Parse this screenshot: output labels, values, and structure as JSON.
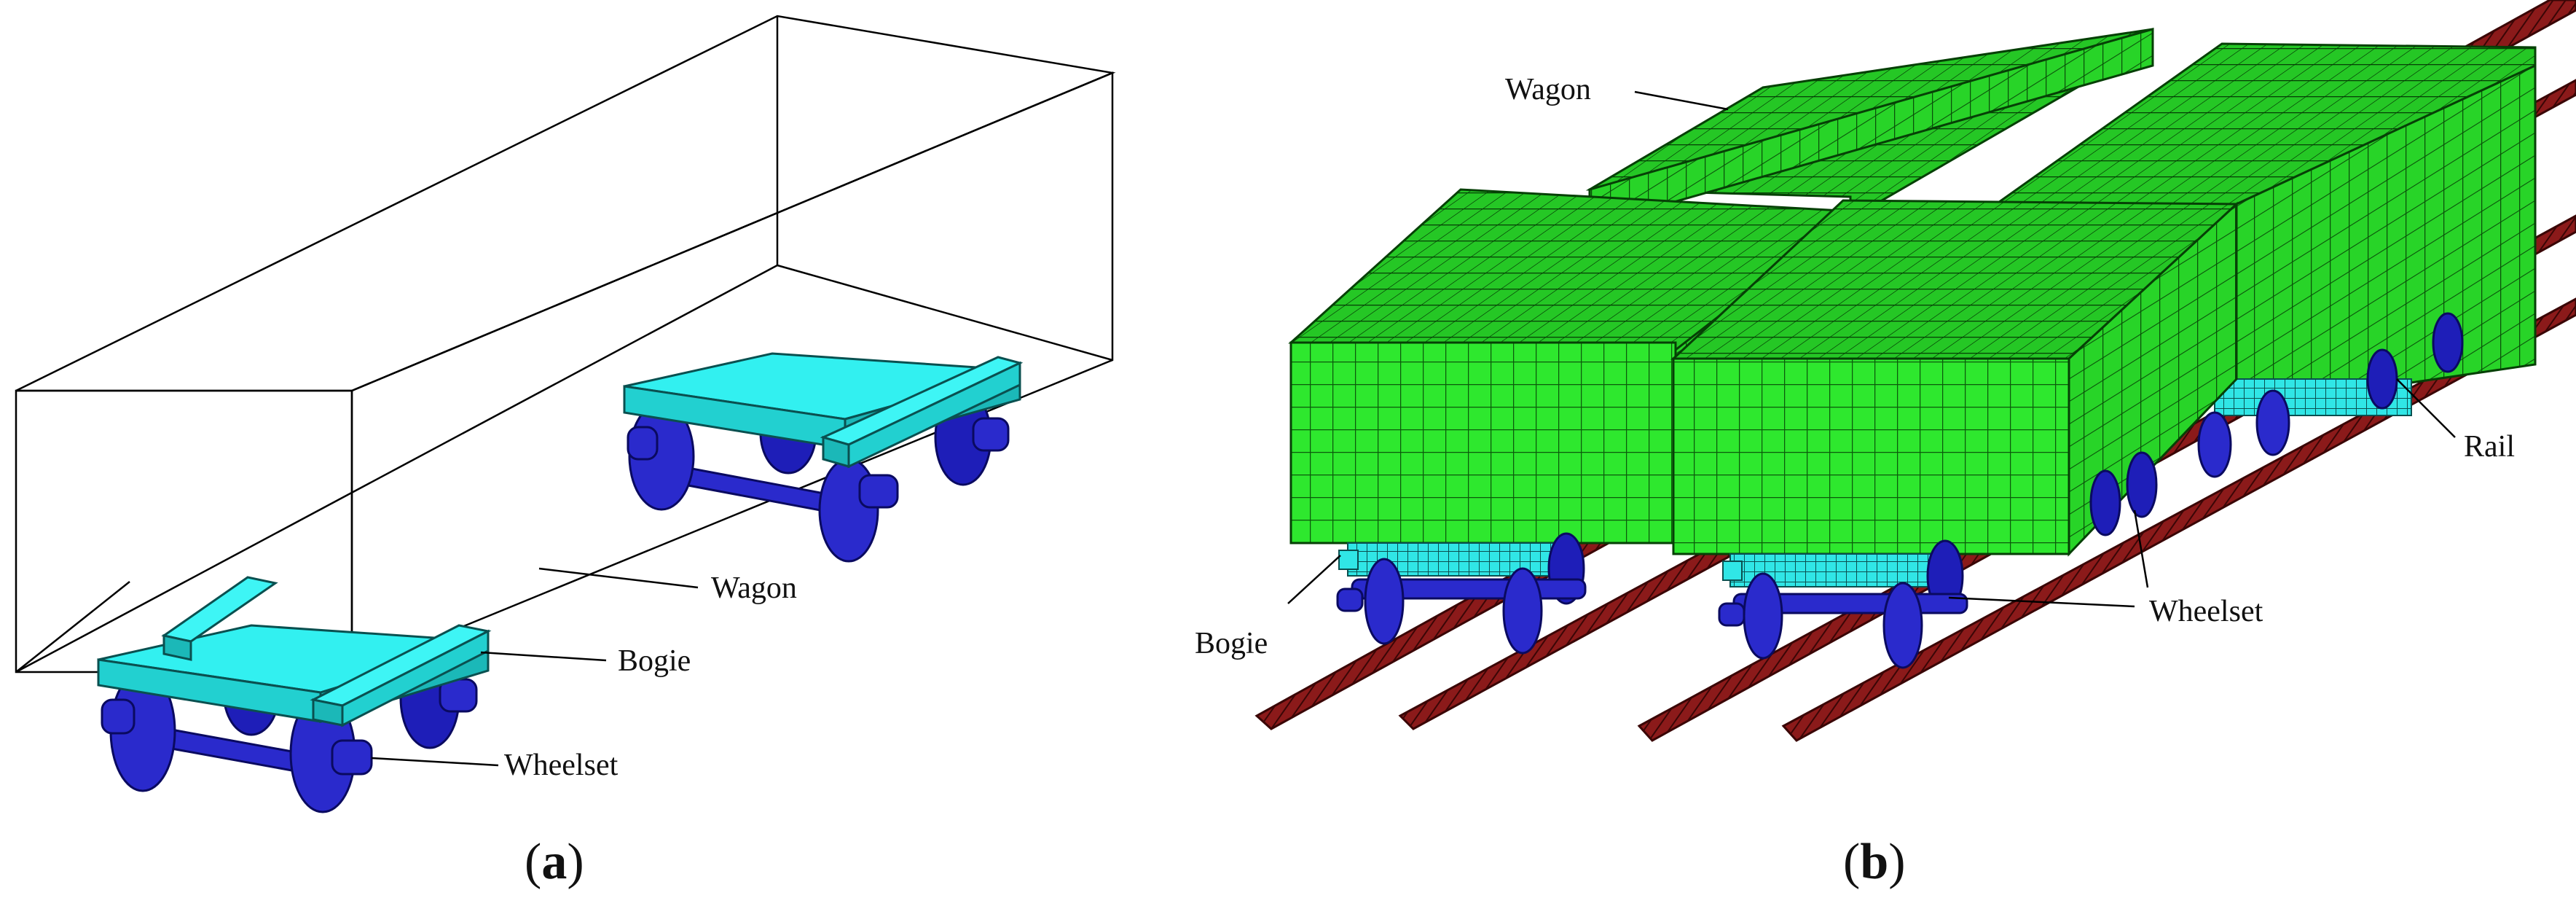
{
  "panel_a": {
    "labels": {
      "wagon": "Wagon",
      "bogie": "Bogie",
      "wheelset": "Wheelset"
    },
    "caption": {
      "open": "(",
      "letter": "a",
      "close": ")"
    }
  },
  "panel_b": {
    "labels": {
      "wagon": "Wagon",
      "bogie": "Bogie",
      "wheelset": "Wheelset",
      "rail": "Rail"
    },
    "caption": {
      "open": "(",
      "letter": "b",
      "close": ")"
    }
  },
  "colors": {
    "wagon_mesh": "#22dd22",
    "bogie": "#22e8e8",
    "wheelset": "#2a2acc",
    "rail": "#8b1a1a",
    "outline": "#000000"
  }
}
